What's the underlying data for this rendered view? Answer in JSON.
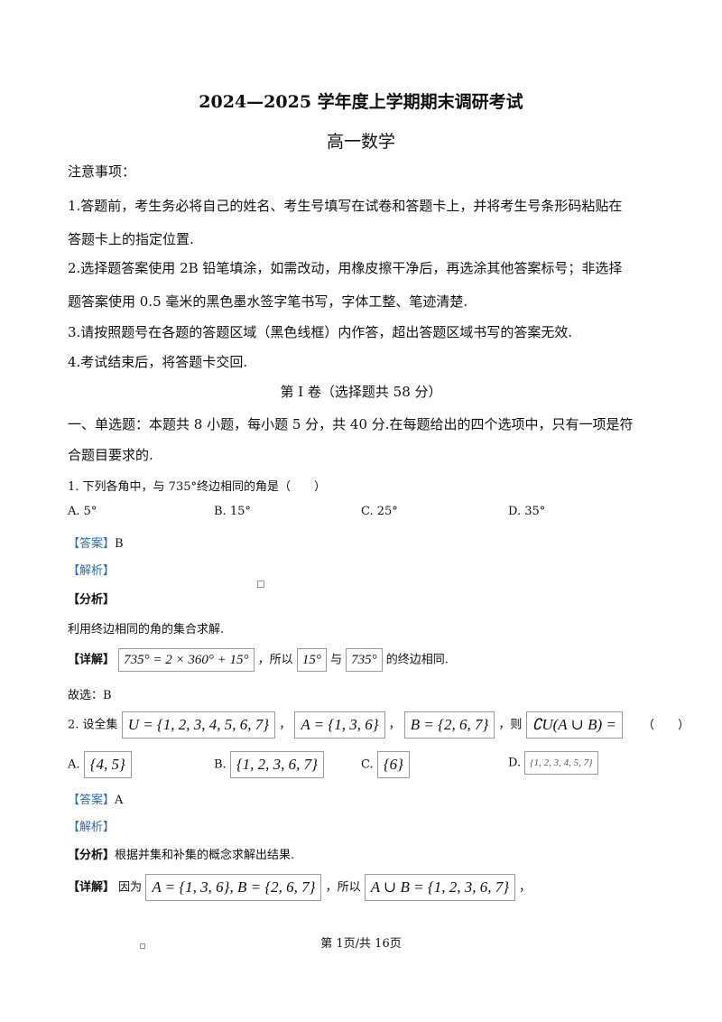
{
  "header": {
    "title": "2024—2025 学年度上学期期末调研考试",
    "subject": "高一数学"
  },
  "notice": {
    "heading": "注意事项：",
    "items": [
      "1.答题前，考生务必将自己的姓名、考生号填写在试卷和答题卡上，并将考生号条形码粘贴在",
      "答题卡上的指定位置.",
      "2.选择题答案使用 2B 铅笔填涂，如需改动，用橡皮擦干净后，再选涂其他答案标号；非选择",
      "题答案使用 0.5 毫米的黑色墨水签字笔书写，字体工整、笔迹清楚.",
      "3.请按照题号在各题的答题区域（黑色线框）内作答，超出答题区域书写的答案无效.",
      "4.考试结束后，将答题卡交回."
    ]
  },
  "section": {
    "title": "第 I 卷（选择题共 58 分）",
    "instruction_1": "一、单选题：本题共 8 小题，每小题 5 分，共 40 分.在每题给出的四个选项中，只有一项是符",
    "instruction_2": "合题目要求的."
  },
  "q1": {
    "stem": "1. 下列各角中，与 735°终边相同的角是（　　）",
    "options": [
      "A. 5°",
      "B. 15°",
      "C. 25°",
      "D. 35°"
    ],
    "answer_tag": "【答案】",
    "answer": "B",
    "analysis_tag": "【解析】",
    "fenxi_tag": "【分析】",
    "fenxi": "利用终边相同的角的集合求解.",
    "detail_tag": "【详解】",
    "detail_formula": "735° = 2 × 360° + 15°",
    "detail_mid1": "，所以",
    "detail_box2": "15°",
    "detail_mid2": "与",
    "detail_box3": "735°",
    "detail_end": "的终边相同.",
    "conclusion": "故选：B"
  },
  "q2": {
    "stem_prefix": "2. 设全集",
    "set_u": "U = {1, 2, 3, 4, 5, 6, 7}",
    "comma": "，",
    "set_a": "A = {1, 3, 6}",
    "set_b": "B = {2, 6, 7}",
    "then": "，则",
    "expr": "∁U(A ∪ B) =",
    "paren": "（　　）",
    "option_labels": [
      "A.",
      "B.",
      "C.",
      "D."
    ],
    "option_values": [
      "{4, 5}",
      "{1, 2, 3, 6, 7}",
      "{6}",
      "{1, 2, 3, 4, 5, 7}"
    ],
    "answer_tag": "【答案】",
    "answer": "A",
    "analysis_tag": "【解析】",
    "fenxi_tag": "【分析】",
    "fenxi": "根据并集和补集的概念求解出结果.",
    "detail_tag": "【详解】",
    "detail_pre": "因为",
    "detail_box1": "A = {1, 3, 6}, B = {2, 6, 7}",
    "detail_mid": "，所以",
    "detail_box2": "A ∪ B = {1, 2, 3, 6, 7}",
    "detail_end": "，"
  },
  "footer": {
    "page": "第 1页/共 16页"
  }
}
